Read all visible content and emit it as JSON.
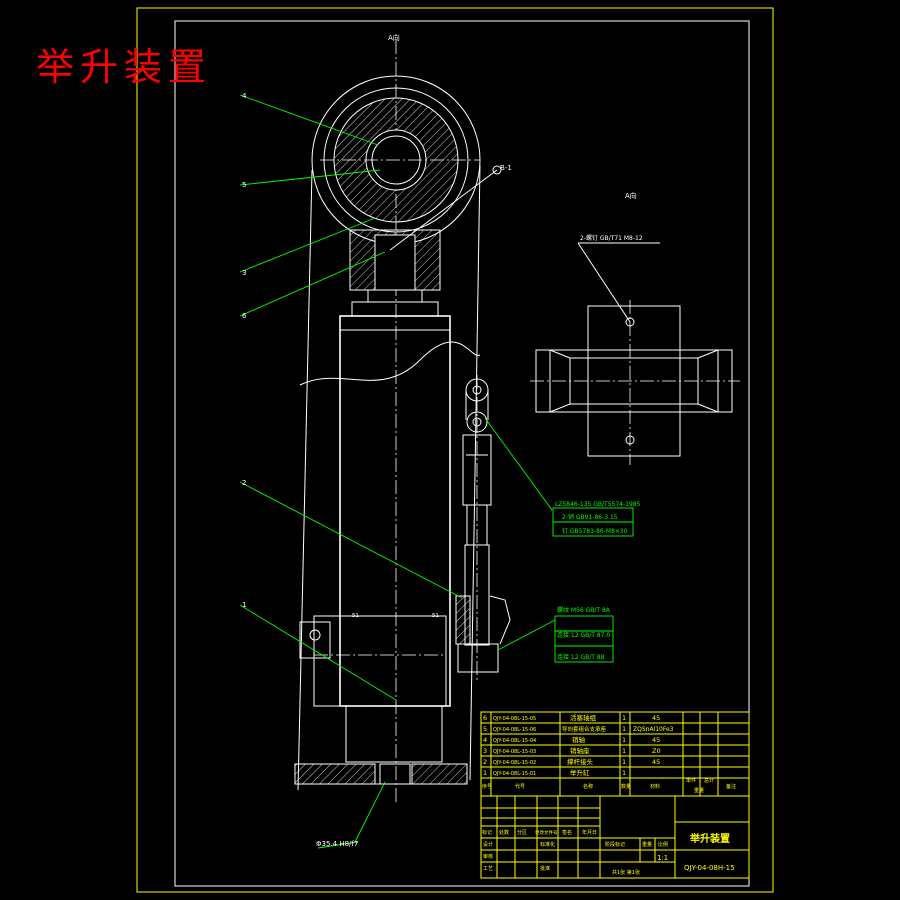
{
  "headline": "举升装置",
  "view_label_a_top": "A向",
  "view_label_a_side": "A向",
  "view_b_label": "B-1",
  "side_view_callout": "2-螺钉 GB/T71 M8-12",
  "callouts_left": [
    "4",
    "5",
    "3",
    "6",
    "2",
    "1"
  ],
  "small_dims": [
    "51",
    "51"
  ],
  "bottom_dim": "Φ35.4 H8/f7",
  "green_notes_a": [
    "LZ5846-135 GB/T5574-1985",
    "2-销 GB91-86-3.15",
    "钉 GB5783-86-M8×30"
  ],
  "green_notes_b": [
    "螺纹 M56 GB/T 8A",
    "连接 12 GB/T 87.0",
    "连接 12 GB/T 8B"
  ],
  "bom": [
    {
      "no": "6",
      "code": "QJY-04-08L-15-05",
      "name": "活塞轴组",
      "qty": "1",
      "material": "45"
    },
    {
      "no": "5",
      "code": "QJY-04-08L-15-06",
      "name": "导向套组合支承座",
      "qty": "1",
      "material": "ZQSnAl10Fe3"
    },
    {
      "no": "4",
      "code": "QJY-04-08L-15-04",
      "name": "销轴",
      "qty": "1",
      "material": "45"
    },
    {
      "no": "3",
      "code": "QJY-04-08L-15-03",
      "name": "销轴座",
      "qty": "1",
      "material": "Z0"
    },
    {
      "no": "2",
      "code": "QJY-04-08L-15-02",
      "name": "撑杆接头",
      "qty": "1",
      "material": "45"
    },
    {
      "no": "1",
      "code": "QJY-04-08L-15-01",
      "name": "举升缸",
      "qty": "1",
      "material": ""
    }
  ],
  "bom_header": {
    "no": "序号",
    "code": "代号",
    "name": "名称",
    "qty": "数量",
    "material": "材料",
    "unit_wt": "单件",
    "total_wt": "总计",
    "weight": "重量",
    "remark": "备注"
  },
  "title_block": {
    "drawing_title": "举升装置",
    "drawing_no": "QJY-04-08H-15",
    "scale": "1:1",
    "sheet": "共1张 第1张",
    "labels": [
      "标记",
      "处数",
      "分区",
      "更改文件号",
      "签名",
      "年月日",
      "设计",
      "标准化",
      "审核",
      "工艺",
      "批准",
      "阶段标记",
      "重量",
      "比例"
    ]
  }
}
